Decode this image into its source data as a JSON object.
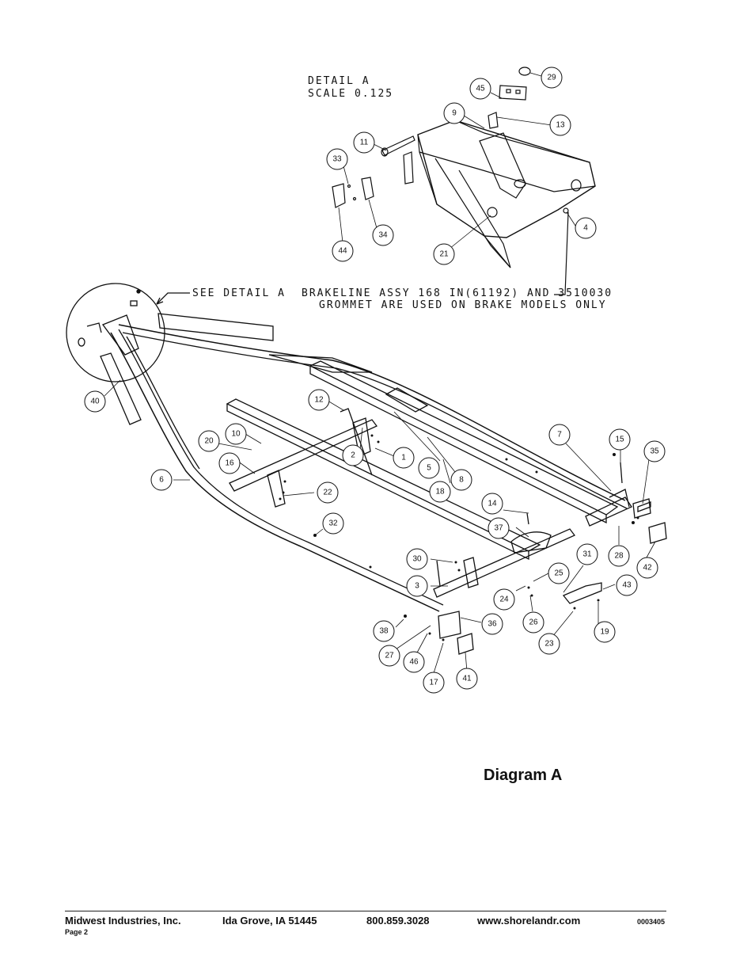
{
  "detail": {
    "title": "DETAIL  A",
    "scale": "SCALE  0.125",
    "see_detail": "SEE DETAIL  A",
    "note_line1": "BRAKELINE ASSY 168 IN(61192) AND 3510030",
    "note_line2": "GROMMET ARE USED ON BRAKE MODELS ONLY"
  },
  "callouts": [
    "29",
    "45",
    "9",
    "13",
    "11",
    "33",
    "34",
    "44",
    "21",
    "4",
    "40",
    "12",
    "7",
    "15",
    "35",
    "10",
    "20",
    "2",
    "1",
    "5",
    "8",
    "16",
    "6",
    "18",
    "22",
    "14",
    "32",
    "37",
    "31",
    "28",
    "42",
    "30",
    "25",
    "3",
    "24",
    "43",
    "36",
    "26",
    "38",
    "19",
    "23",
    "27",
    "46",
    "41",
    "17"
  ],
  "caption": "Diagram A",
  "footer": {
    "company": "Midwest Industries, Inc.",
    "location": "Ida Grove, IA  51445",
    "phone": "800.859.3028",
    "website": "www.shorelandr.com",
    "doc_number": "0003405",
    "page": "Page 2"
  }
}
